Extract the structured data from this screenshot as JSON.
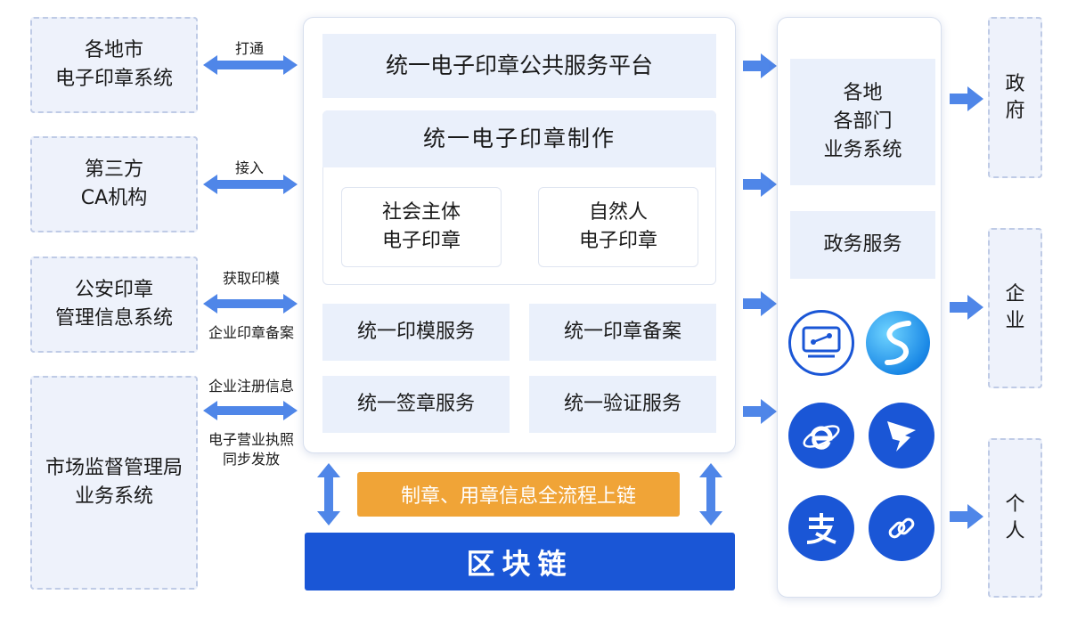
{
  "left_systems": [
    {
      "line1": "各地市",
      "line2": "电子印章系统"
    },
    {
      "line1": "第三方",
      "line2": "CA机构"
    },
    {
      "line1": "公安印章",
      "line2": "管理信息系统"
    },
    {
      "line1": "市场监督管理局",
      "line2": "业务系统"
    }
  ],
  "connectors": {
    "c1": "打通",
    "c2": "接入",
    "c3_top": "获取印模",
    "c3_bottom": "企业印章备案",
    "c4_top": "企业注册信息",
    "c4_bottom_1": "电子营业执照",
    "c4_bottom_2": "同步发放"
  },
  "center": {
    "platform_title": "统一电子印章公共服务平台",
    "making_title": "统一电子印章制作",
    "social_1": "社会主体",
    "social_2": "电子印章",
    "natural_1": "自然人",
    "natural_2": "电子印章",
    "mold_service": "统一印模服务",
    "seal_filing": "统一印章备案",
    "signing_service": "统一签章服务",
    "verify_service": "统一验证服务",
    "chain_info": "制章、用章信息全流程上链",
    "blockchain": "区块链"
  },
  "right_panel": {
    "dept_1": "各地",
    "dept_2": "各部门",
    "dept_3": "业务系统",
    "gov_service": "政务服务",
    "apps": [
      "monitor-app-icon",
      "swirl-logo-icon",
      "ie-browser-icon",
      "dingtalk-icon",
      "alipay-icon",
      "link-icon"
    ]
  },
  "targets": {
    "gov_1": "政",
    "gov_2": "府",
    "ent_1": "企",
    "ent_2": "业",
    "ind_1": "个",
    "ind_2": "人"
  },
  "colors": {
    "arrow": "#4f86e8",
    "icon_blue": "#1a56d6",
    "orange": "#f0a437",
    "dashed_fill": "#eef2fb"
  }
}
